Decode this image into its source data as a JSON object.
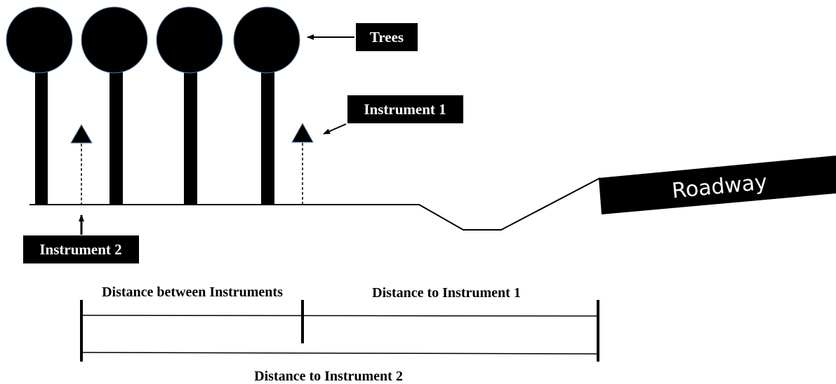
{
  "labels": {
    "trees": "Trees",
    "instrument_1": "Instrument 1",
    "instrument_2": "Instrument 2",
    "roadway": "Roadway",
    "distance_between": "Distance between Instruments",
    "distance_to_1": "Distance to Instrument 1",
    "distance_to_2": "Distance to Instrument 2"
  },
  "colors": {
    "ink": "#000000",
    "background": "#ffffff",
    "label_text_on_dark": "#ffffff",
    "tree_outline": "#5b7fa6"
  }
}
